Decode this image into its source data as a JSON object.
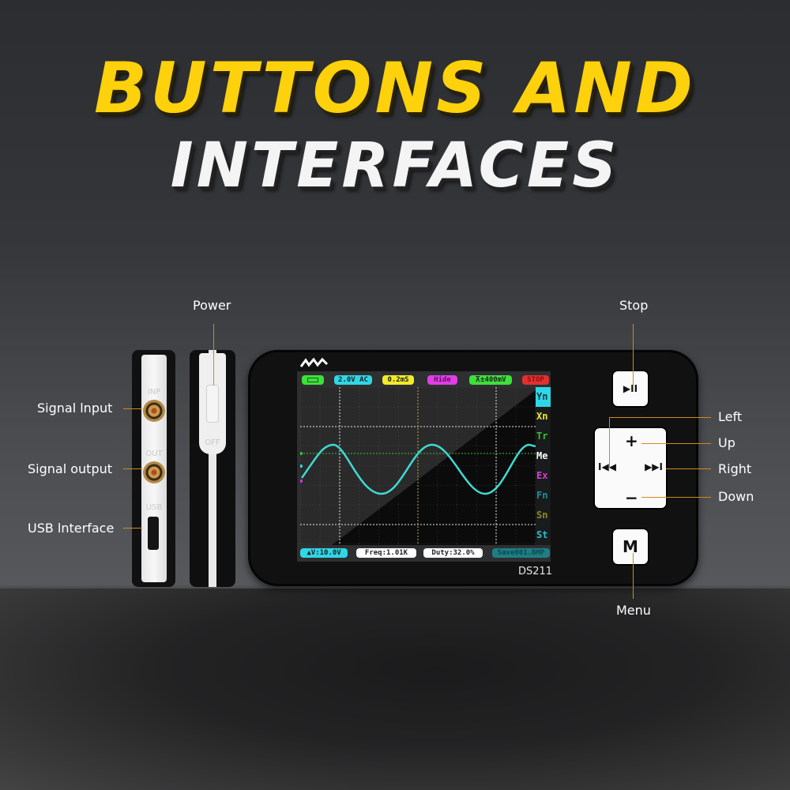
{
  "headline": {
    "line1": "BUTTONS AND",
    "line2": "INTERFACES",
    "line1_color": "#fdd10b",
    "line2_color": "#f4f4f4"
  },
  "callouts": {
    "signal_input": "Signal lnput",
    "signal_output": "Signal output",
    "usb_interface": "USB lnterface",
    "power": "Power",
    "stop": "Stop",
    "left": "Left",
    "up": "Up",
    "right": "Right",
    "down": "Down",
    "menu": "Menu",
    "line_color": "#d08a1e"
  },
  "side_panel": {
    "inp_label": "INP",
    "out_label": "OUT",
    "usb_label": "USB",
    "switch_label": "OFF"
  },
  "device": {
    "model": "DS211",
    "logo_icon": "waveform-logo-icon",
    "buttons": {
      "play_pause_glyph": "▶II",
      "plus_glyph": "+",
      "minus_glyph": "−",
      "prev_glyph": "I◀◀",
      "next_glyph": "▶▶I",
      "menu_glyph": "M"
    }
  },
  "screen": {
    "top_bar": [
      {
        "id": "battery",
        "text": "",
        "color": "#3ee03a"
      },
      {
        "id": "vdiv",
        "text": "2.0V AC",
        "color": "#2fd6e6"
      },
      {
        "id": "tdiv",
        "text": "0.2mS",
        "color": "#f2ea2a"
      },
      {
        "id": "mode",
        "text": "Hide",
        "color": "#e13ee6"
      },
      {
        "id": "trigger",
        "text": "⊼±400mV",
        "color": "#3ee03a"
      },
      {
        "id": "state",
        "text": "STOP",
        "color": "#e23030"
      }
    ],
    "side_menu": [
      {
        "text": "Yn",
        "color": "#2fd6e6",
        "selected": true
      },
      {
        "text": "Xn",
        "color": "#f2ea2a"
      },
      {
        "text": "Tr",
        "color": "#2fc22f"
      },
      {
        "text": "Me",
        "color": "#ffffff"
      },
      {
        "text": "Ex",
        "color": "#d43ed6"
      },
      {
        "text": "Fn",
        "color": "#1e8e98"
      },
      {
        "text": "Sn",
        "color": "#8e8a2a"
      },
      {
        "text": "St",
        "color": "#2fbfd0"
      }
    ],
    "bottom_bar": [
      {
        "id": "delta_v",
        "text": "▲V:10.0V",
        "color": "#2fd6e6"
      },
      {
        "id": "freq",
        "text": "Freq:1.01K",
        "color": "#ffffff"
      },
      {
        "id": "duty",
        "text": "Duty:32.0%",
        "color": "#ffffff"
      },
      {
        "id": "save",
        "text": "Save001.BMP",
        "color": "#1e7e84"
      }
    ],
    "waveform": {
      "type": "sine",
      "color": "#3fd9d2",
      "cycles_visible": 2.4
    }
  }
}
